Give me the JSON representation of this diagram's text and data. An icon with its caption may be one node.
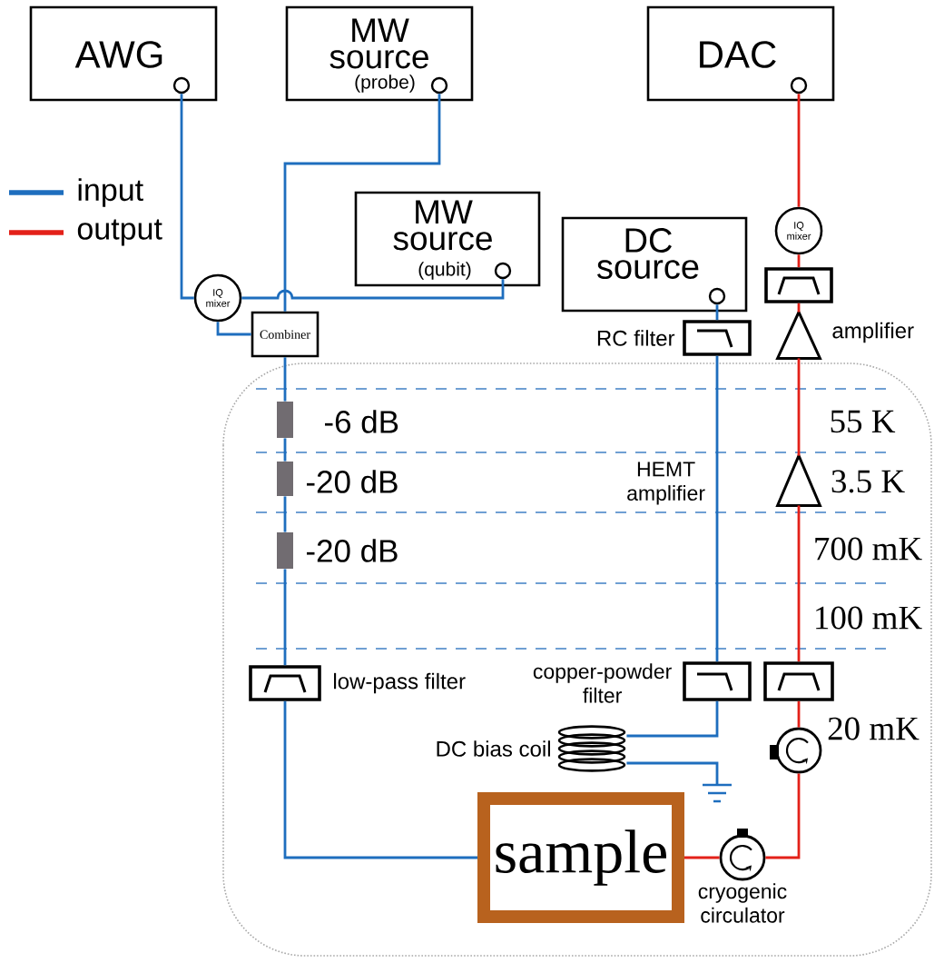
{
  "diagram": {
    "nodes": [
      {
        "text": [
          "AWG"
        ]
      },
      {
        "text": [
          "MW source",
          "(probe)"
        ]
      },
      {
        "text": [
          "DAC"
        ]
      },
      {
        "text": [
          "MW source",
          "(qubit)"
        ]
      },
      {
        "text": [
          "DC source"
        ]
      },
      {
        "text": [
          "IQ mixer"
        ]
      },
      {
        "text": [],
        "shape": "box"
      },
      {
        "text": [
          "IQ mixer"
        ]
      },
      {
        "text": [
          "Combiner"
        ]
      },
      {
        "text": [],
        "shape": "triangle",
        "beside": [
          "amplifier"
        ]
      },
      {
        "text": [],
        "shape": "box",
        "beside": [
          "RC filter"
        ]
      },
      {
        "text": [],
        "shape": "bar",
        "beside": [
          "-6 dB"
        ]
      },
      {
        "text": [],
        "shape": "bar",
        "beside": [
          "-20 dB"
        ]
      },
      {
        "text": [],
        "shape": "triangle",
        "beside": [
          "HEMT amplifier"
        ]
      },
      {
        "text": [],
        "shape": "bar",
        "beside": [
          "-20 dB"
        ]
      },
      {
        "text": [],
        "shape": "box",
        "beside": [
          "low-pass filter"
        ]
      },
      {
        "text": [],
        "shape": "box",
        "beside": [
          "copper-powder filter"
        ]
      },
      {
        "text": [],
        "shape": "box"
      },
      {
        "text": [],
        "shape": "circle"
      },
      {
        "text": [],
        "shape": "coil",
        "beside": [
          "DC bias coil"
        ]
      },
      {
        "text": [],
        "shape": "ground"
      },
      {
        "text": [
          "sample"
        ]
      },
      {
        "text": [],
        "shape": "circle",
        "beside": [
          "cryogenic circulator"
        ]
      }
    ],
    "edges": [
      {
        "from": 0,
        "to": 7,
        "arrow": "none"
      },
      {
        "from": 3,
        "to": 7,
        "arrow": "none"
      },
      {
        "from": 7,
        "to": 8,
        "arrow": "none"
      },
      {
        "from": 1,
        "to": 8,
        "arrow": "none"
      },
      {
        "from": 8,
        "to": 11,
        "arrow": "none"
      },
      {
        "from": 11,
        "to": 12,
        "arrow": "none"
      },
      {
        "from": 12,
        "to": 14,
        "arrow": "none"
      },
      {
        "from": 14,
        "to": 15,
        "arrow": "none"
      },
      {
        "from": 15,
        "to": 21,
        "arrow": "none"
      },
      {
        "from": 4,
        "to": 10,
        "arrow": "none"
      },
      {
        "from": 10,
        "to": 16,
        "arrow": "none"
      },
      {
        "from": 16,
        "to": 19,
        "arrow": "none"
      },
      {
        "from": 19,
        "to": 20,
        "arrow": "none"
      },
      {
        "from": 21,
        "to": 22,
        "arrow": "none",
        "color": "#e32119"
      },
      {
        "from": 22,
        "to": 18,
        "arrow": "none",
        "color": "#e32119"
      },
      {
        "from": 18,
        "to": 17,
        "arrow": "none",
        "color": "#e32119"
      },
      {
        "from": 17,
        "to": 13,
        "arrow": "none",
        "color": "#e32119"
      },
      {
        "from": 13,
        "to": 9,
        "arrow": "none",
        "color": "#e32119"
      },
      {
        "from": 9,
        "to": 6,
        "arrow": "none",
        "color": "#e32119"
      },
      {
        "from": 6,
        "to": 5,
        "arrow": "none",
        "color": "#e32119"
      },
      {
        "from": 5,
        "to": 2,
        "arrow": "none",
        "color": "#e32119"
      }
    ],
    "labels": [
      "55 K",
      "3.5 K",
      "700 mK",
      "100 mK",
      "20 mK"
    ],
    "legend": [
      {
        "text": "input",
        "color": "#1e6ebe"
      },
      {
        "text": "output",
        "color": "#e32119"
      }
    ]
  }
}
